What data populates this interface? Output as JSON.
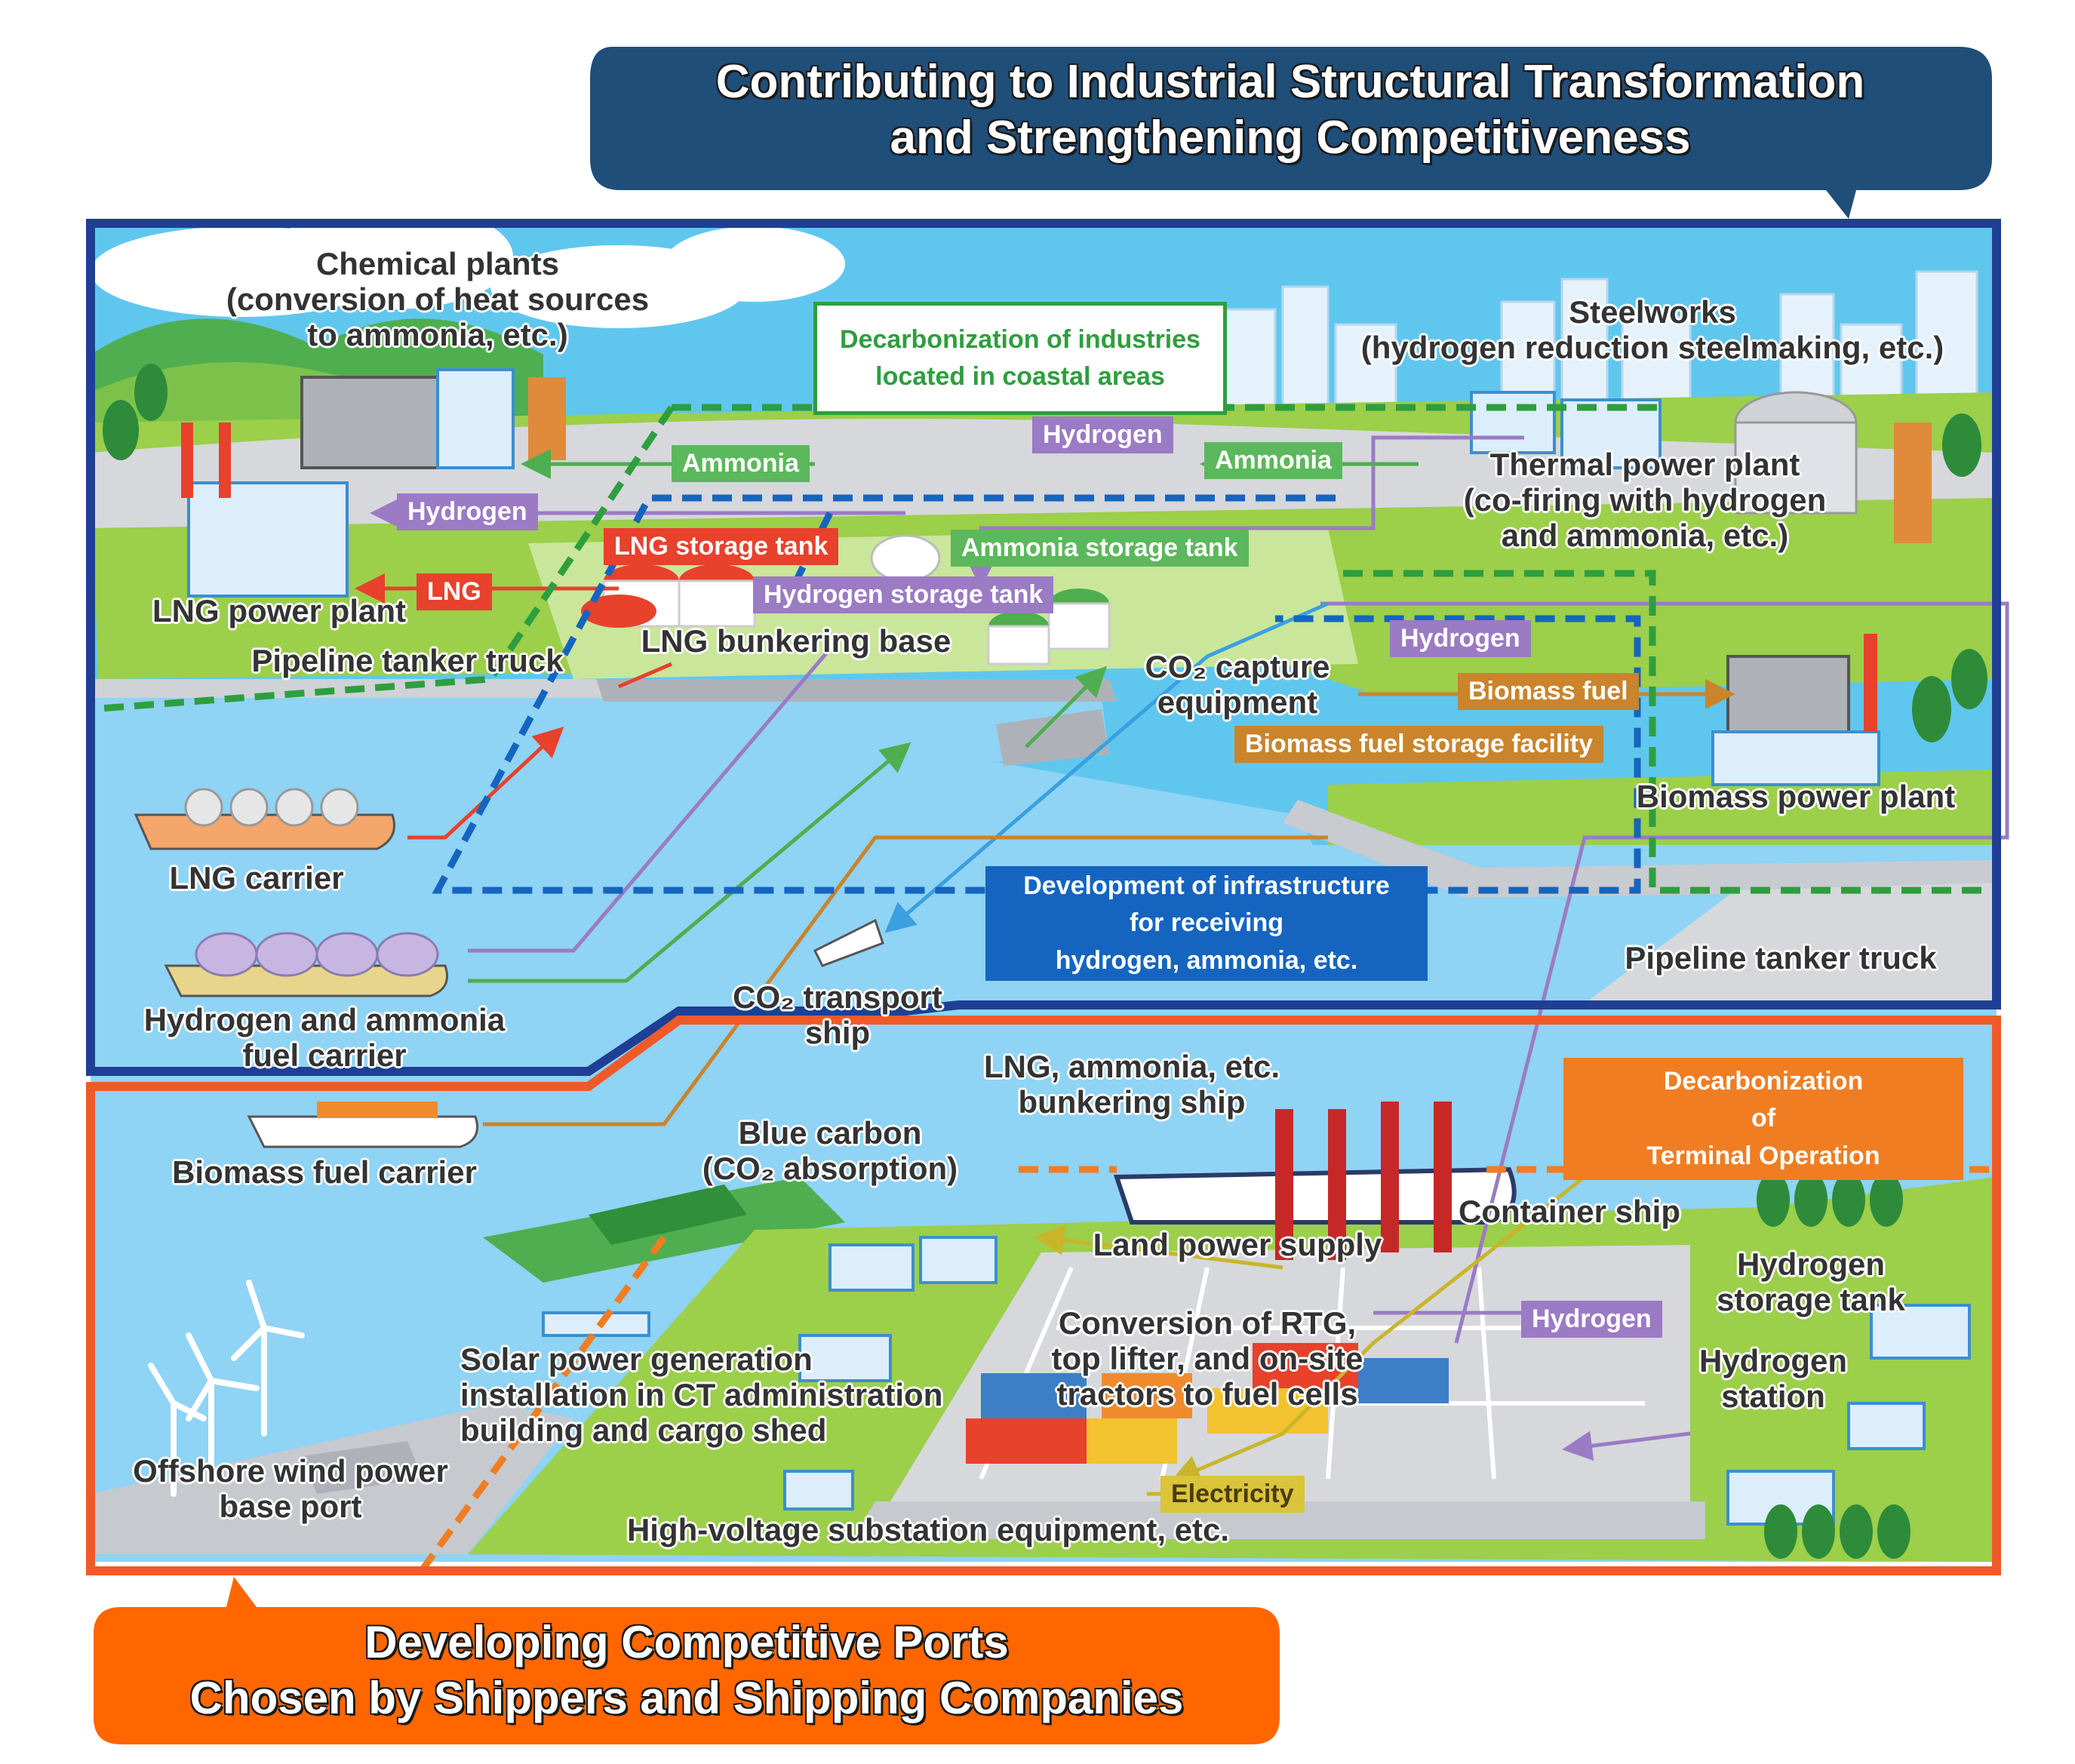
{
  "header_banner": {
    "line1": "Contributing to Industrial Structural Transformation",
    "line2": "and Strengthening Competitiveness",
    "color": "#1f4e79"
  },
  "footer_banner": {
    "line1": "Developing Competitive Ports",
    "line2": "Chosen by Shippers and Shipping Companies",
    "color": "#ff6600"
  },
  "callouts": {
    "coastal": {
      "line1": "Decarbonization of industries",
      "line2": "located in coastal areas",
      "color": "#2e9e3e"
    },
    "infrastructure": {
      "line1": "Development of infrastructure",
      "line2": "for receiving",
      "line3": "hydrogen, ammonia, etc.",
      "color": "#1565c0"
    },
    "terminal": {
      "line1": "Decarbonization",
      "line2": "of",
      "line3": "Terminal Operation",
      "color": "#f07d22"
    }
  },
  "facilities": {
    "chemical": {
      "line1": "Chemical plants",
      "line2": "(conversion of heat sources",
      "line3": "to ammonia, etc.)"
    },
    "steelworks": {
      "line1": "Steelworks",
      "line2": "(hydrogen reduction steelmaking, etc.)"
    },
    "thermal": {
      "line1": "Thermal power plant",
      "line2": "(co-firing with hydrogen",
      "line3": "and ammonia, etc.)"
    },
    "lng_power": "LNG power plant",
    "pipeline_top": "Pipeline tanker truck",
    "lng_bunkering_base": "LNG bunkering base",
    "co2_capture": {
      "line1": "CO₂ capture",
      "line2": "equipment"
    },
    "biomass_power": "Biomass power plant",
    "lng_carrier": "LNG carrier",
    "h2_nh3_carrier": {
      "line1": "Hydrogen and ammonia",
      "line2": "fuel carrier"
    },
    "co2_ship": {
      "line1": "CO₂ transport",
      "line2": "ship"
    },
    "pipeline_right": "Pipeline tanker truck",
    "biomass_carrier": "Biomass fuel carrier",
    "bunkering_ship": {
      "line1": "LNG, ammonia, etc.",
      "line2": "bunkering ship"
    },
    "blue_carbon": {
      "line1": "Blue carbon",
      "line2": "(CO₂ absorption)"
    },
    "container_ship": "Container ship",
    "land_power": "Land power supply",
    "h2_storage": {
      "line1": "Hydrogen",
      "line2": "storage tank"
    },
    "rtg": {
      "line1": "Conversion of RTG,",
      "line2": "top lifter, and on-site",
      "line3": "tractors to fuel cells"
    },
    "solar": {
      "line1": "Solar power generation",
      "line2": "installation in CT administration",
      "line3": "building and cargo shed"
    },
    "h2_station": {
      "line1": "Hydrogen",
      "line2": "station"
    },
    "offshore_wind": {
      "line1": "Offshore wind power",
      "line2": "base port"
    },
    "substation": "High-voltage substation equipment, etc."
  },
  "flow_tags": {
    "hydrogen_top": "Hydrogen",
    "ammonia_left": "Ammonia",
    "ammonia_right": "Ammonia",
    "hydrogen_left": "Hydrogen",
    "lng_storage": "LNG storage tank",
    "ammonia_storage": "Ammonia storage tank",
    "lng": "LNG",
    "hydrogen_storage": "Hydrogen storage tank",
    "hydrogen_mid": "Hydrogen",
    "biomass_fuel": "Biomass fuel",
    "biomass_storage": "Biomass fuel storage facility",
    "hydrogen_lower": "Hydrogen",
    "electricity": "Electricity"
  },
  "colors": {
    "industry_frame": "#1f3f94",
    "terminal_frame": "#f05a28",
    "sea": "#8fd3f5",
    "sky": "#5fc7ee",
    "land": "#9ccf4a",
    "road": "#d6d8dc",
    "hydrogen": "#9b7bc4",
    "ammonia": "#4fae4f",
    "lng": "#e8412c",
    "co2": "#3aa0e0",
    "biomass": "#c9842c",
    "electricity": "#d9c43a"
  }
}
